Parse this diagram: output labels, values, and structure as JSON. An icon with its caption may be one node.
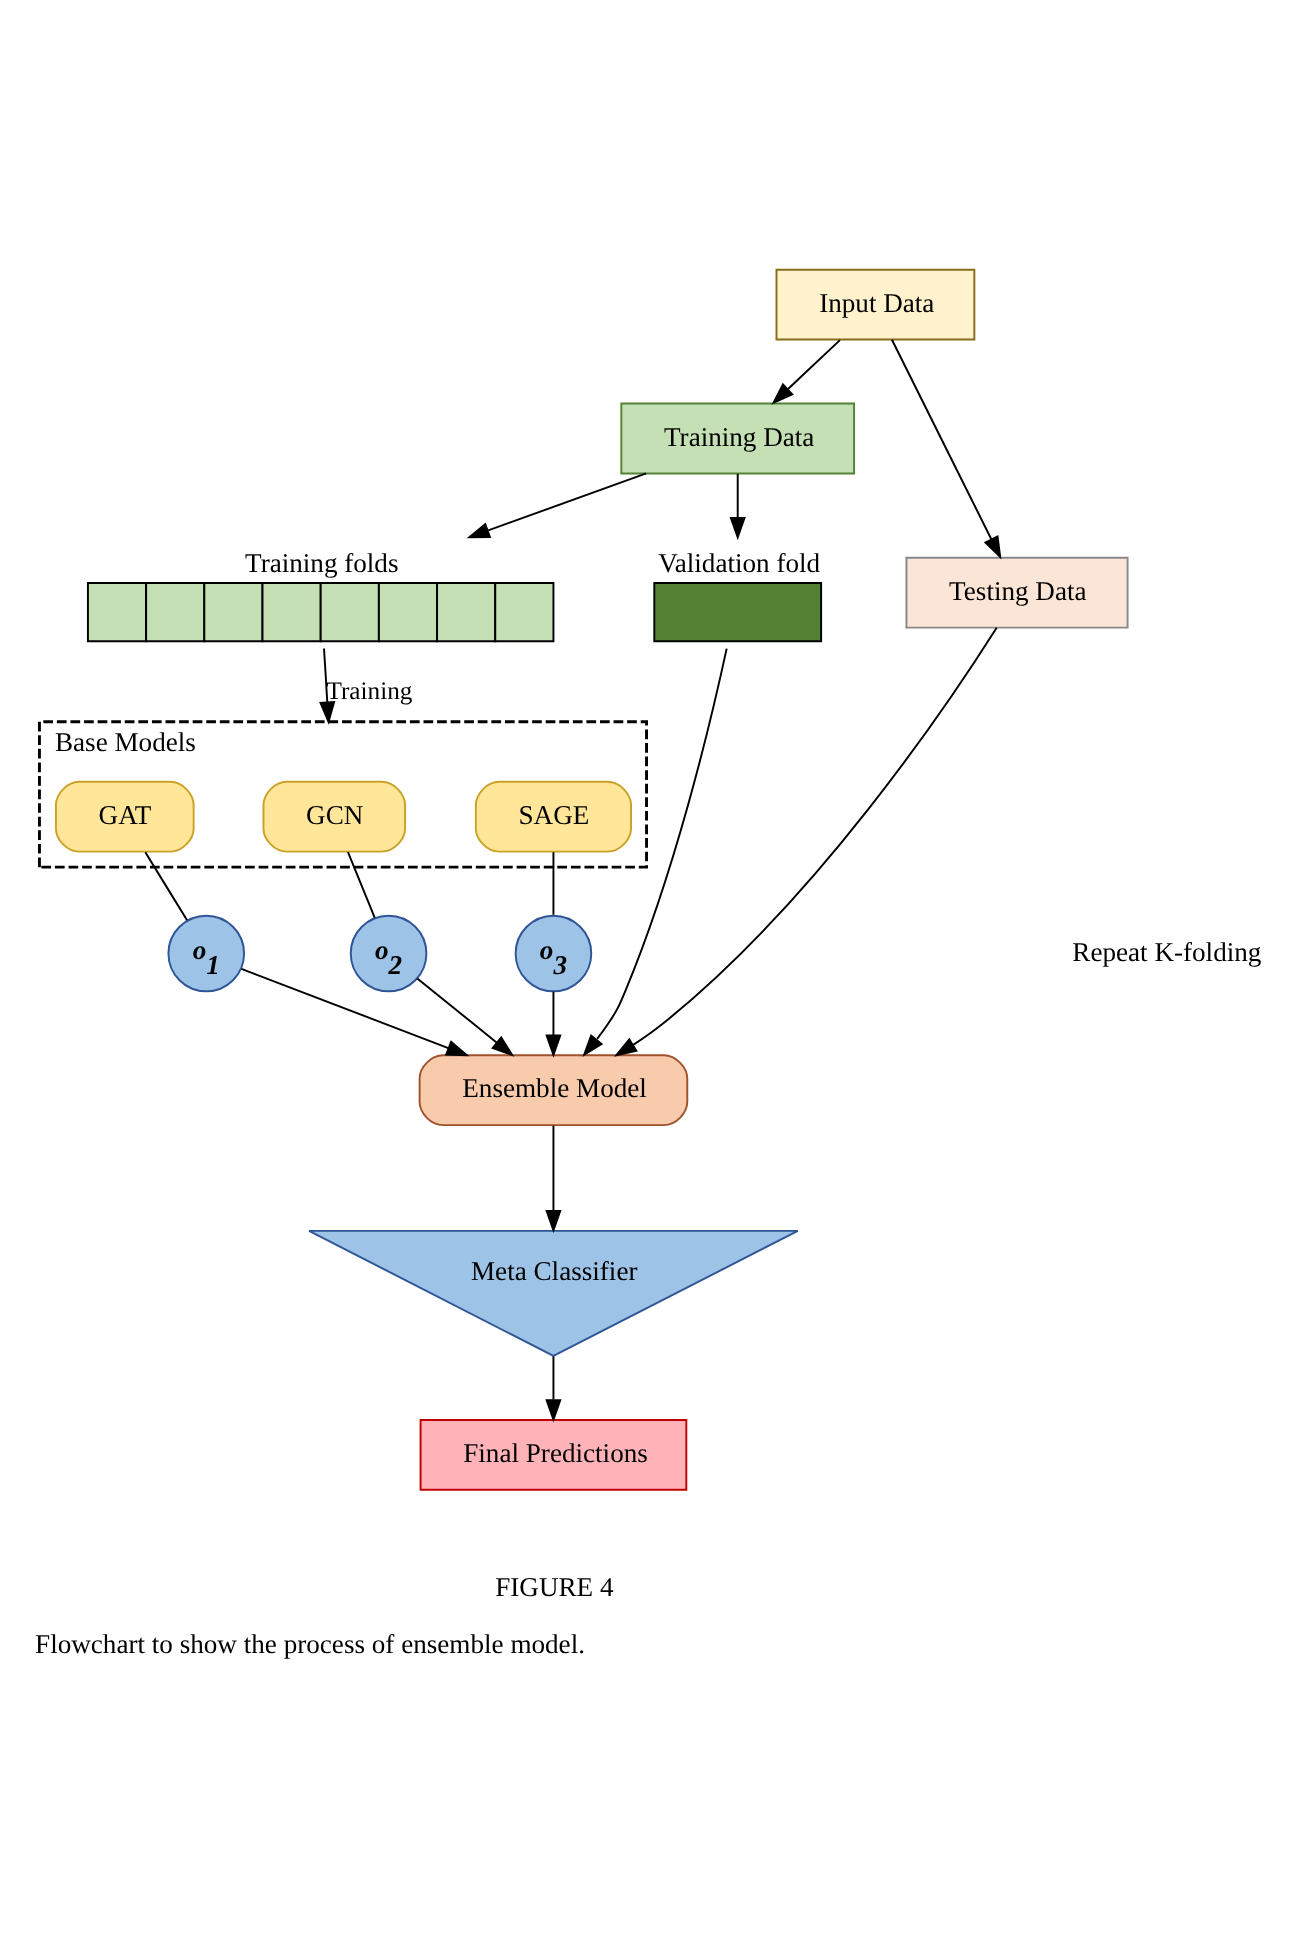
{
  "diagram": {
    "caption": "Flowchart to show the process of ensemble model.",
    "nodes": [
      {
        "text": [
          "Input Data"
        ]
      },
      {
        "text": [
          "Training Data"
        ]
      },
      {
        "text": [
          "Training folds"
        ]
      },
      {
        "text": [
          "Validation fold"
        ]
      },
      {
        "text": [
          "Testing Data"
        ]
      },
      {
        "text": [
          "Base Models"
        ]
      },
      {
        "text": [
          "GAT"
        ],
        "in": 5
      },
      {
        "text": [
          "GCN"
        ],
        "in": 5
      },
      {
        "text": [
          "SAGE"
        ],
        "in": 5
      },
      {
        "text": [
          "o$_{1}$"
        ]
      },
      {
        "text": [
          "o$_{2}$"
        ]
      },
      {
        "text": [
          "o$_{3}$"
        ]
      },
      {
        "text": [
          "Ensemble Model"
        ]
      },
      {
        "text": [
          "Meta Classifier"
        ]
      },
      {
        "text": [
          "Final Predictions"
        ]
      }
    ],
    "edges": [
      {
        "from": 0,
        "to": 1,
        "arrow": "to"
      },
      {
        "from": 0,
        "to": 4,
        "arrow": "to"
      },
      {
        "from": 1,
        "to": 2,
        "arrow": "to"
      },
      {
        "from": 1,
        "to": 3,
        "arrow": "to"
      },
      {
        "from": 2,
        "to": 5,
        "arrow": "to",
        "label": "Training"
      },
      {
        "from": 6,
        "to": 9,
        "arrow": "none"
      },
      {
        "from": 7,
        "to": 10,
        "arrow": "none"
      },
      {
        "from": 8,
        "to": 11,
        "arrow": "none"
      },
      {
        "from": 9,
        "to": 12,
        "arrow": "to"
      },
      {
        "from": 10,
        "to": 12,
        "arrow": "to"
      },
      {
        "from": 11,
        "to": 12,
        "arrow": "to"
      },
      {
        "from": 3,
        "to": 12,
        "arrow": "to"
      },
      {
        "from": 4,
        "to": 12,
        "arrow": "to"
      },
      {
        "from": 12,
        "to": 13,
        "arrow": "to"
      },
      {
        "from": 13,
        "to": 14,
        "arrow": "to"
      }
    ],
    "labels": [
      "Repeat K-folding",
      "FIGURE 4"
    ]
  }
}
